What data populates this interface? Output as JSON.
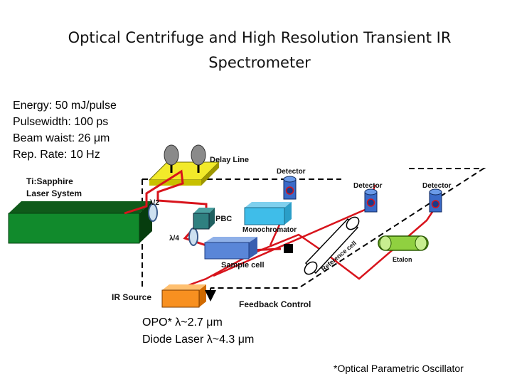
{
  "title": {
    "line1": "Optical Centrifuge and High Resolution Transient IR",
    "line2": "Spectrometer"
  },
  "specs": [
    "Energy: 50 mJ/pulse",
    "Pulsewidth: 100 ps",
    "Beam waist: 26 μm",
    "Rep. Rate: 10 Hz"
  ],
  "diagram": {
    "laser_line1": "Ti:Sapphire",
    "laser_line2": "Laser System",
    "delay_line": "Delay Line",
    "half_wave": "λ/2",
    "quarter_wave": "λ/4",
    "pbc": "PBC",
    "monochromator": "Monochromator",
    "sample_cell": "Sample cell",
    "detector": "Detector",
    "reference_cell": "Reference cell",
    "etalon": "Etalon",
    "ir_source": "IR Source",
    "feedback_control": "Feedback Control"
  },
  "opo": [
    "OPO* λ~2.7 μm",
    "Diode Laser λ~4.3 μm"
  ],
  "footnote": "*Optical Parametric Oscillator"
}
